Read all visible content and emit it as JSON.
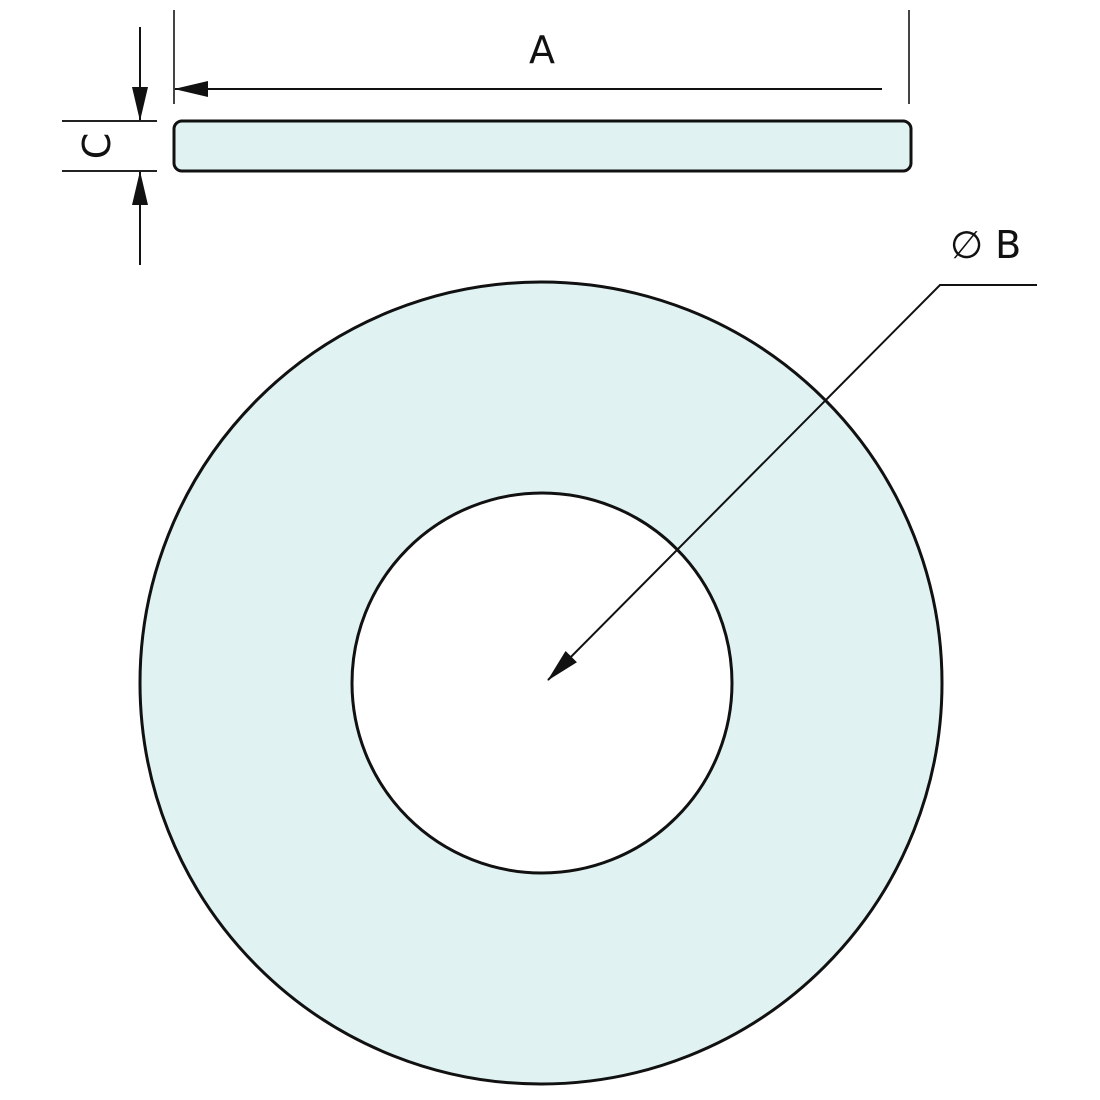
{
  "labels": {
    "outer_diameter": "A",
    "inner_diameter": "∅ B",
    "thickness": "C"
  },
  "colors": {
    "fill": "#e0f2f2",
    "stroke": "#111111"
  }
}
